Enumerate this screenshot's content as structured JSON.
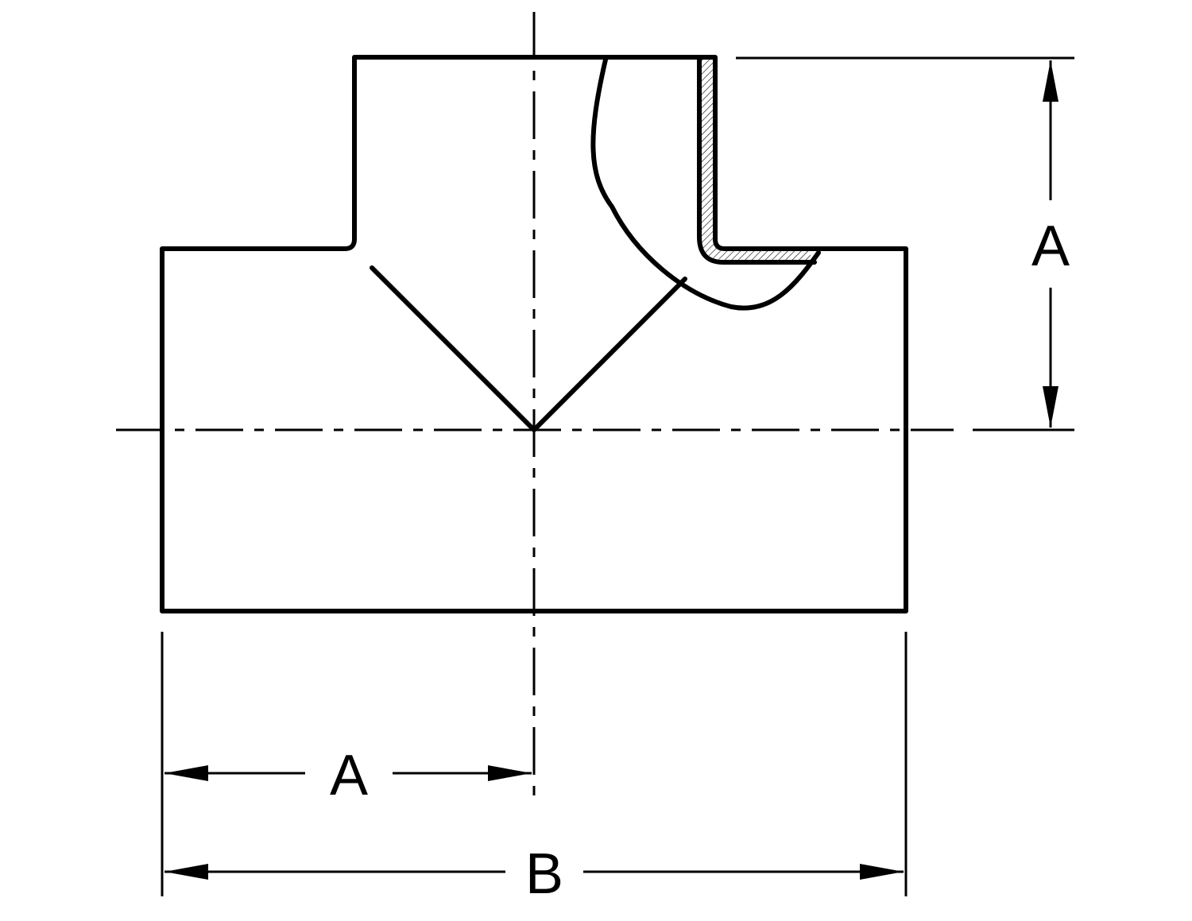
{
  "dimensions": {
    "top_right_vertical": "A",
    "bottom_half_width": "A",
    "bottom_overall_width": "B"
  },
  "colors": {
    "line": "#000000",
    "background": "#ffffff"
  }
}
